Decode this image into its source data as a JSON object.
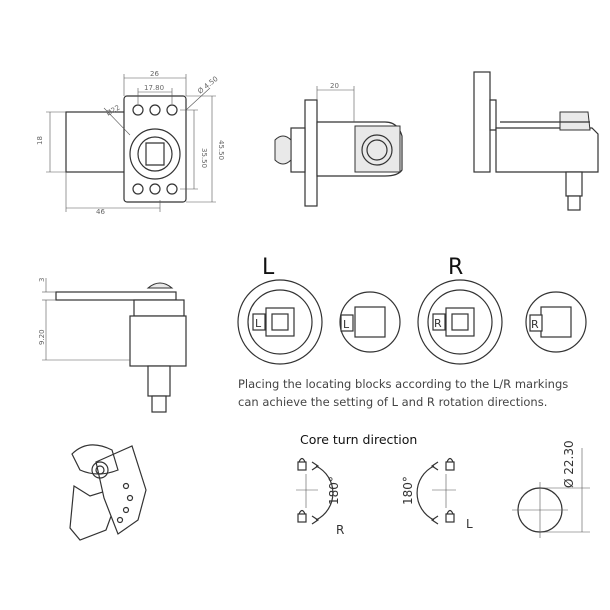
{
  "dimensions": {
    "width_26": "26",
    "width_17_80": "17.80",
    "hole_4_50": "Ø 4.50",
    "hole_22": "Ø22",
    "height_35_50": "35.50",
    "height_45_50": "45.50",
    "height_18": "18",
    "length_46": "46",
    "side_20": "20",
    "thick_3": "3",
    "offset_9_20": "9.20",
    "dia_22_30": "Ø 22.30"
  },
  "rotation_labels": {
    "left": "L",
    "right": "R"
  },
  "block_marks": {
    "left": "L",
    "right": "R"
  },
  "note": {
    "line1": "Placing the locating blocks according to the L/R markings",
    "line2": "can achieve the setting of L and R rotation directions."
  },
  "core_turn": {
    "title": "Core turn direction",
    "angle_left": "180°",
    "angle_right": "180°",
    "label_left": "R",
    "label_right": "L"
  }
}
